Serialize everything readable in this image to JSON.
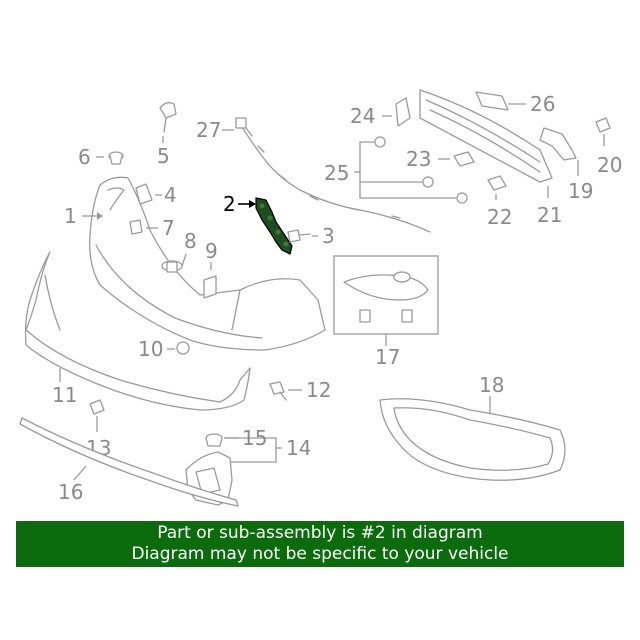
{
  "callouts": {
    "c1": "1",
    "c2": "2",
    "c3": "3",
    "c4": "4",
    "c5": "5",
    "c6": "6",
    "c7": "7",
    "c8": "8",
    "c9": "9",
    "c10": "10",
    "c11": "11",
    "c12": "12",
    "c13": "13",
    "c14": "14",
    "c15": "15",
    "c16": "16",
    "c17": "17",
    "c18": "18",
    "c19": "19",
    "c20": "20",
    "c21": "21",
    "c22": "22",
    "c23": "23",
    "c24": "24",
    "c25": "25",
    "c26": "26",
    "c27": "27"
  },
  "highlighted_part": "2",
  "colors": {
    "banner_bg": "#0c6b0c",
    "banner_text": "#ffffff",
    "highlight_part": "#1f4d1f",
    "lineart": "#9a9a9a"
  },
  "banner": {
    "line1": "Part or sub-assembly is #2 in diagram",
    "line2": "Diagram may not be specific to your vehicle"
  }
}
